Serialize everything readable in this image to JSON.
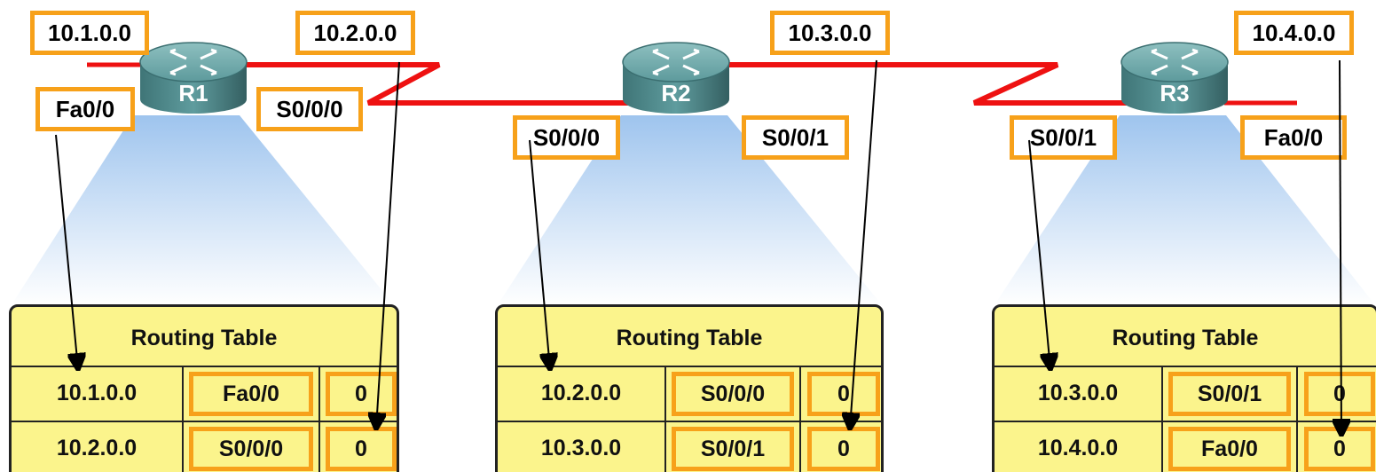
{
  "routers": [
    {
      "name": "R1",
      "networks": [
        "10.1.0.0",
        "10.2.0.0"
      ],
      "interfaces": [
        "Fa0/0",
        "S0/0/0"
      ],
      "table": {
        "title": "Routing Table",
        "rows": [
          {
            "network": "10.1.0.0",
            "interface": "Fa0/0",
            "hops": "0"
          },
          {
            "network": "10.2.0.0",
            "interface": "S0/0/0",
            "hops": "0"
          }
        ]
      }
    },
    {
      "name": "R2",
      "networks": [
        "10.3.0.0"
      ],
      "interfaces": [
        "S0/0/0",
        "S0/0/1"
      ],
      "table": {
        "title": "Routing Table",
        "rows": [
          {
            "network": "10.2.0.0",
            "interface": "S0/0/0",
            "hops": "0"
          },
          {
            "network": "10.3.0.0",
            "interface": "S0/0/1",
            "hops": "0"
          }
        ]
      }
    },
    {
      "name": "R3",
      "networks": [
        "10.4.0.0"
      ],
      "interfaces": [
        "S0/0/1",
        "Fa0/0"
      ],
      "table": {
        "title": "Routing Table",
        "rows": [
          {
            "network": "10.3.0.0",
            "interface": "S0/0/1",
            "hops": "0"
          },
          {
            "network": "10.4.0.0",
            "interface": "Fa0/0",
            "hops": "0"
          }
        ]
      }
    }
  ],
  "colors": {
    "link": "#ee1111",
    "label_border": "#f7a11a",
    "table_fill": "#fbf48c",
    "router_body": "#4e8c8e",
    "beam": "#bcd8f4"
  }
}
